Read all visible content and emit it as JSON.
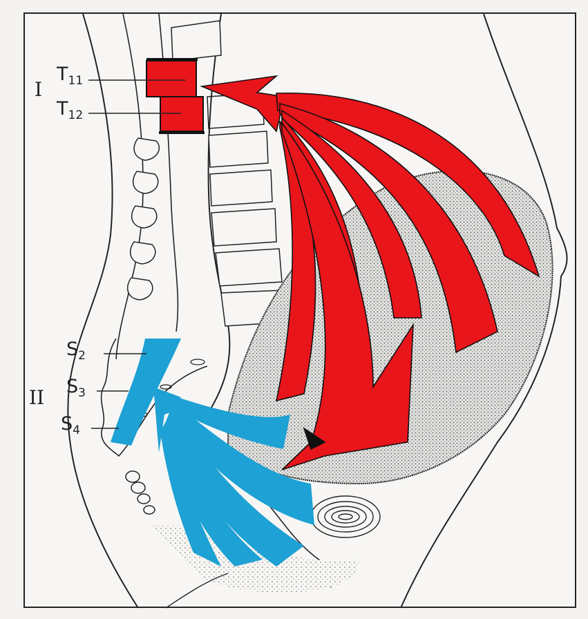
{
  "labels": {
    "group1": "I",
    "group2": "II",
    "t11": {
      "base": "T",
      "sub": "11"
    },
    "t12": {
      "base": "T",
      "sub": "12"
    },
    "s2": {
      "base": "S",
      "sub": "2"
    },
    "s3": {
      "base": "S",
      "sub": "3"
    },
    "s4": {
      "base": "S",
      "sub": "4"
    }
  },
  "colors": {
    "sympathetic_arrows": "#e8151b",
    "parasympathetic_arrows": "#1ea1d4",
    "outline": "#222222",
    "uterus_fill": "#d9d9d9",
    "background": "#f4f3f1"
  }
}
